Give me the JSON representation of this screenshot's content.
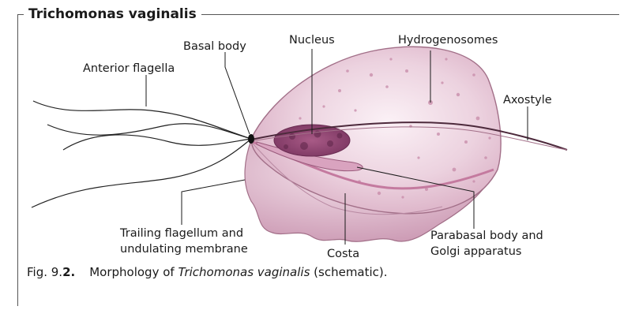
{
  "title": "Trichomonas vaginalis",
  "labels": {
    "basal_body": "Basal body",
    "nucleus": "Nucleus",
    "hydrogenosomes": "Hydrogenosomes",
    "anterior_flagella": "Anterior flagella",
    "axostyle": "Axostyle",
    "trailing_line1": "Trailing flagellum and",
    "trailing_line2": "undulating membrane",
    "costa": "Costa",
    "parabasal_line1": "Parabasal body and",
    "parabasal_line2": "Golgi apparatus"
  },
  "caption": {
    "prefix": "Fig. 9.",
    "number_bold": "2.",
    "text_before": "Morphology of ",
    "species_italic": "Trichomonas vaginalis",
    "text_after": " (schematic)."
  },
  "colors": {
    "body_fill": "#e8c6d6",
    "body_edge": "#a26f88",
    "nucleus": "#8a3f6a",
    "costa": "#c47a9f"
  }
}
